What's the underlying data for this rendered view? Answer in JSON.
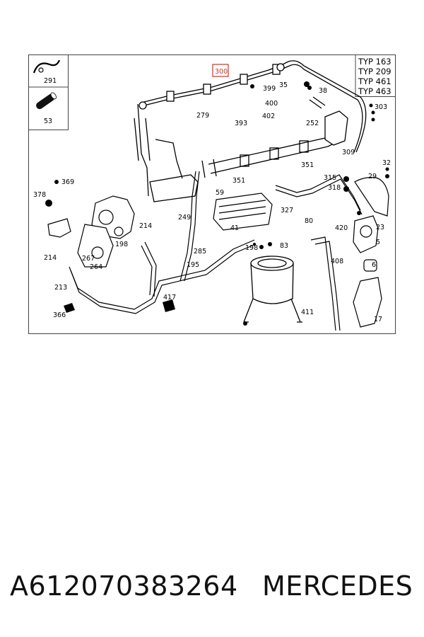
{
  "diagram": {
    "typ_lines": [
      "TYP 163",
      "TYP 209",
      "TYP 461",
      "TYP 463"
    ],
    "highlighted_part": "300",
    "inset_parts": [
      "291",
      "53"
    ],
    "part_numbers": {
      "p279": "279",
      "p399": "399",
      "p35": "35",
      "p38": "38",
      "p400": "400",
      "p303": "303",
      "p402": "402",
      "p393": "393",
      "p252": "252",
      "p309": "309",
      "p32": "32",
      "p351a": "351",
      "p351b": "351",
      "p315": "315",
      "p29": "29",
      "p369": "369",
      "p378": "378",
      "p59": "59",
      "p318": "318",
      "p249": "249",
      "p327": "327",
      "p214a": "214",
      "p80": "80",
      "p41": "41",
      "p420": "420",
      "p23": "23",
      "p198a": "198",
      "p198b": "198",
      "p83": "83",
      "p5": "5",
      "p285": "285",
      "p214b": "214",
      "p267": "267",
      "p264": "264",
      "p195": "195",
      "p408": "408",
      "p6": "6",
      "p213": "213",
      "p417": "417",
      "p366": "366",
      "p411": "411",
      "p17": "17"
    }
  },
  "caption": {
    "part_number": "A612070383264",
    "brand": "MERCEDES"
  }
}
